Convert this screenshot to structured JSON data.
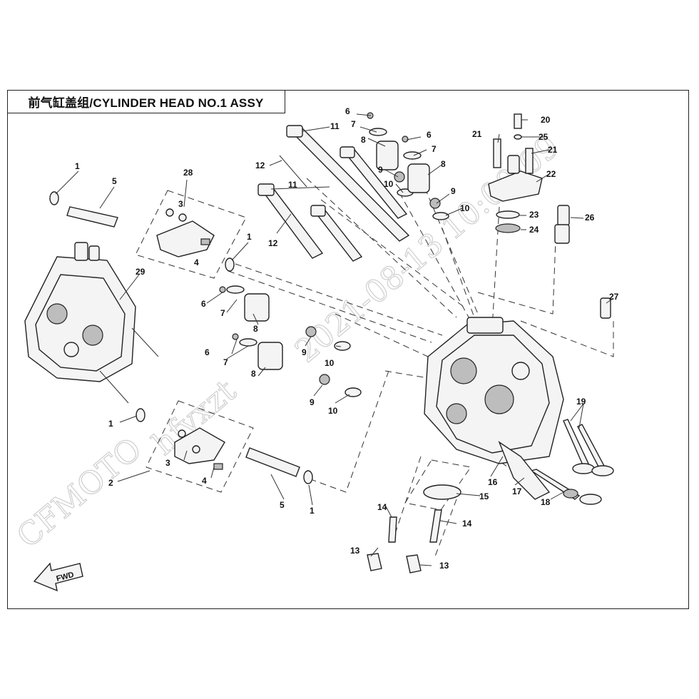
{
  "title": "前气缸盖组/CYLINDER HEAD NO.1 ASSY",
  "watermark": {
    "brand": "CFMOTO",
    "site": "hfyxzt",
    "timestamp": "2021-08-13 10:00:09"
  },
  "fwd_label": "FWD",
  "callouts": [
    {
      "id": "c1a",
      "text": "1"
    },
    {
      "id": "c1b",
      "text": "1"
    },
    {
      "id": "c1c",
      "text": "1"
    },
    {
      "id": "c1d",
      "text": "1"
    },
    {
      "id": "c2",
      "text": "2"
    },
    {
      "id": "c3a",
      "text": "3"
    },
    {
      "id": "c3b",
      "text": "3"
    },
    {
      "id": "c4a",
      "text": "4"
    },
    {
      "id": "c4b",
      "text": "4"
    },
    {
      "id": "c5a",
      "text": "5"
    },
    {
      "id": "c5b",
      "text": "5"
    },
    {
      "id": "c6a",
      "text": "6"
    },
    {
      "id": "c6b",
      "text": "6"
    },
    {
      "id": "c6c",
      "text": "6"
    },
    {
      "id": "c6d",
      "text": "6"
    },
    {
      "id": "c7a",
      "text": "7"
    },
    {
      "id": "c7b",
      "text": "7"
    },
    {
      "id": "c7c",
      "text": "7"
    },
    {
      "id": "c7d",
      "text": "7"
    },
    {
      "id": "c8a",
      "text": "8"
    },
    {
      "id": "c8b",
      "text": "8"
    },
    {
      "id": "c8c",
      "text": "8"
    },
    {
      "id": "c8d",
      "text": "8"
    },
    {
      "id": "c9a",
      "text": "9"
    },
    {
      "id": "c9b",
      "text": "9"
    },
    {
      "id": "c9c",
      "text": "9"
    },
    {
      "id": "c9d",
      "text": "9"
    },
    {
      "id": "c10a",
      "text": "10"
    },
    {
      "id": "c10b",
      "text": "10"
    },
    {
      "id": "c10c",
      "text": "10"
    },
    {
      "id": "c10d",
      "text": "10"
    },
    {
      "id": "c11a",
      "text": "11"
    },
    {
      "id": "c11b",
      "text": "11"
    },
    {
      "id": "c12a",
      "text": "12"
    },
    {
      "id": "c12b",
      "text": "12"
    },
    {
      "id": "c13a",
      "text": "13"
    },
    {
      "id": "c13b",
      "text": "13"
    },
    {
      "id": "c14a",
      "text": "14"
    },
    {
      "id": "c14b",
      "text": "14"
    },
    {
      "id": "c15",
      "text": "15"
    },
    {
      "id": "c16",
      "text": "16"
    },
    {
      "id": "c17",
      "text": "17"
    },
    {
      "id": "c18",
      "text": "18"
    },
    {
      "id": "c19",
      "text": "19"
    },
    {
      "id": "c20",
      "text": "20"
    },
    {
      "id": "c21a",
      "text": "21"
    },
    {
      "id": "c21b",
      "text": "21"
    },
    {
      "id": "c22",
      "text": "22"
    },
    {
      "id": "c23",
      "text": "23"
    },
    {
      "id": "c24",
      "text": "24"
    },
    {
      "id": "c25",
      "text": "25"
    },
    {
      "id": "c26",
      "text": "26"
    },
    {
      "id": "c27",
      "text": "27"
    },
    {
      "id": "c28",
      "text": "28"
    },
    {
      "id": "c29",
      "text": "29"
    }
  ],
  "icons": {
    "fwd": "arrow-left-icon"
  }
}
